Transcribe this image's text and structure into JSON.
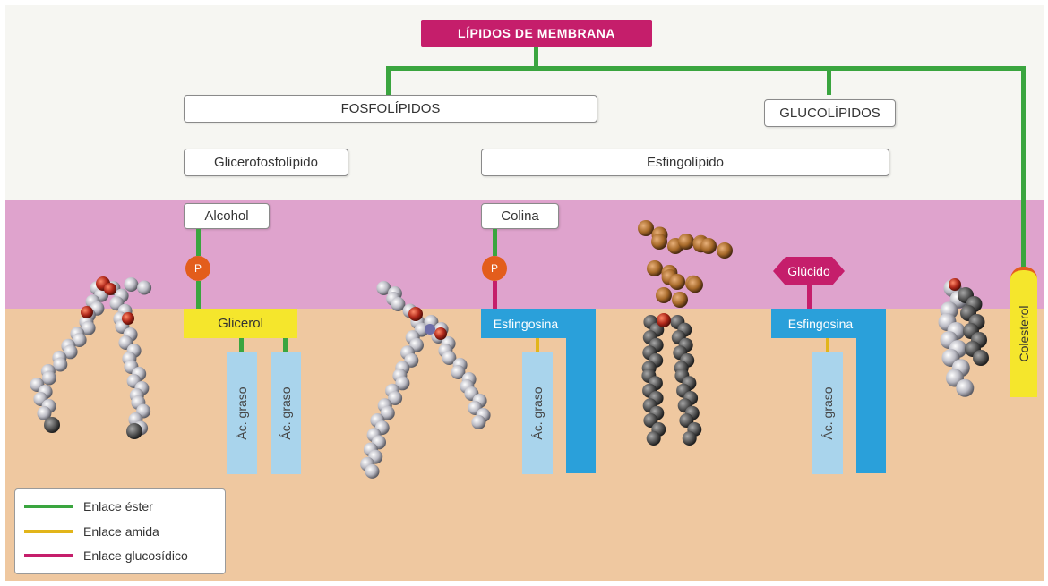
{
  "title": "LÍPIDOS DE MEMBRANA",
  "categories": {
    "fosfolipidos": "FOSFOLÍPIDOS",
    "glucolipidos": "GLUCOLÍPIDOS"
  },
  "subtypes": {
    "glicerofosfolipido": "Glicerofosfolípido",
    "esfingolipido": "Esfingolípido"
  },
  "components": {
    "alcohol": "Alcohol",
    "colina": "Colina",
    "phosphate": "P",
    "glicerol": "Glicerol",
    "esfingosina": "Esfingosina",
    "acido_graso": "Ác. graso",
    "glucido": "Glúcido",
    "colesterol": "Colesterol"
  },
  "legend": [
    {
      "label": "Enlace éster",
      "color": "#3aa53f"
    },
    {
      "label": "Enlace amida",
      "color": "#e2b51a"
    },
    {
      "label": "Enlace glucosídico",
      "color": "#c51e6b"
    }
  ],
  "colors": {
    "membrane_outer": "#dfa3cd",
    "membrane_inner": "#efc8a0",
    "phosphate": "#e35d1c",
    "glicerol": "#f5e62c",
    "esfingosina": "#2aa0da",
    "fatty_acid": "#a9d4ec"
  }
}
